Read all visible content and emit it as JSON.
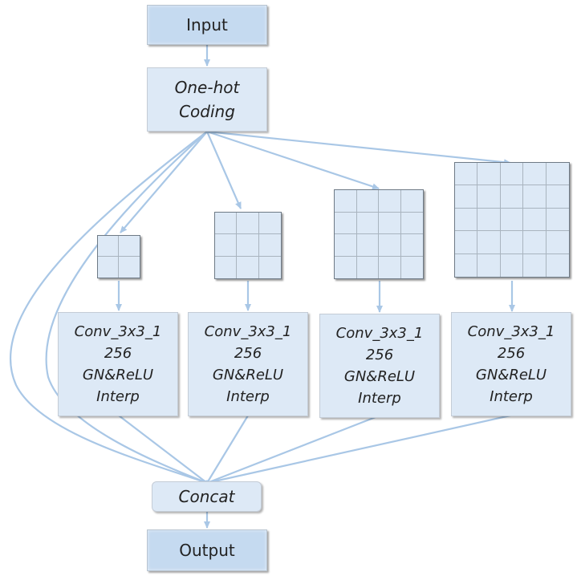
{
  "nodes": {
    "input": "Input",
    "onehot": [
      "One-hot",
      "Coding"
    ],
    "branches": [
      {
        "grid": 2,
        "lines": [
          "Conv_3x3_1",
          "256",
          "GN&ReLU",
          "Interp"
        ]
      },
      {
        "grid": 3,
        "lines": [
          "Conv_3x3_1",
          "256",
          "GN&ReLU",
          "Interp"
        ]
      },
      {
        "grid": 4,
        "lines": [
          "Conv_3x3_1",
          "256",
          "GN&ReLU",
          "Interp"
        ]
      },
      {
        "grid": 5,
        "lines": [
          "Conv_3x3_1",
          "256",
          "GN&ReLU",
          "Interp"
        ]
      }
    ],
    "concat": "Concat",
    "output": "Output"
  },
  "colors": {
    "arrow": "#a9c7e6",
    "io_fill": "#c5daf0",
    "box_fill": "#dde9f6",
    "grid_line": "#a9b4bf"
  }
}
